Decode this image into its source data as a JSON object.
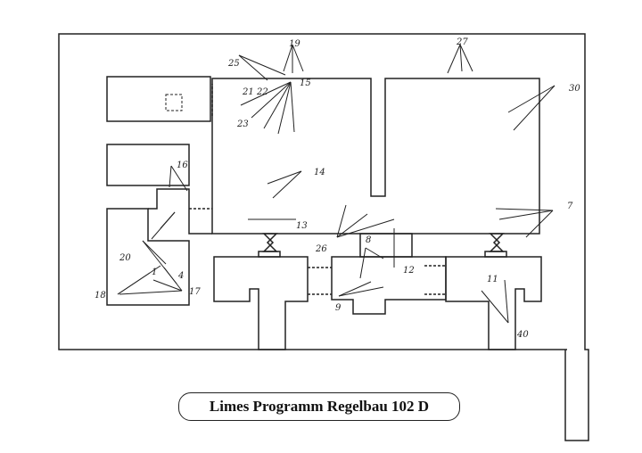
{
  "caption": "Limes Programm Regelbau 102 D",
  "labels": {
    "l19": "19",
    "l27": "27",
    "l15a": "15",
    "l21": "21",
    "l22": "22",
    "l23": "23",
    "l25": "25",
    "l30": "30",
    "l14": "14",
    "l16": "16",
    "l13": "13",
    "l26": "26",
    "l8": "8",
    "l12": "12",
    "l7": "7",
    "l11": "11",
    "l20": "20",
    "l1": "1",
    "l4": "4",
    "l17": "17",
    "l18": "18",
    "l9": "9",
    "l40": "40"
  }
}
